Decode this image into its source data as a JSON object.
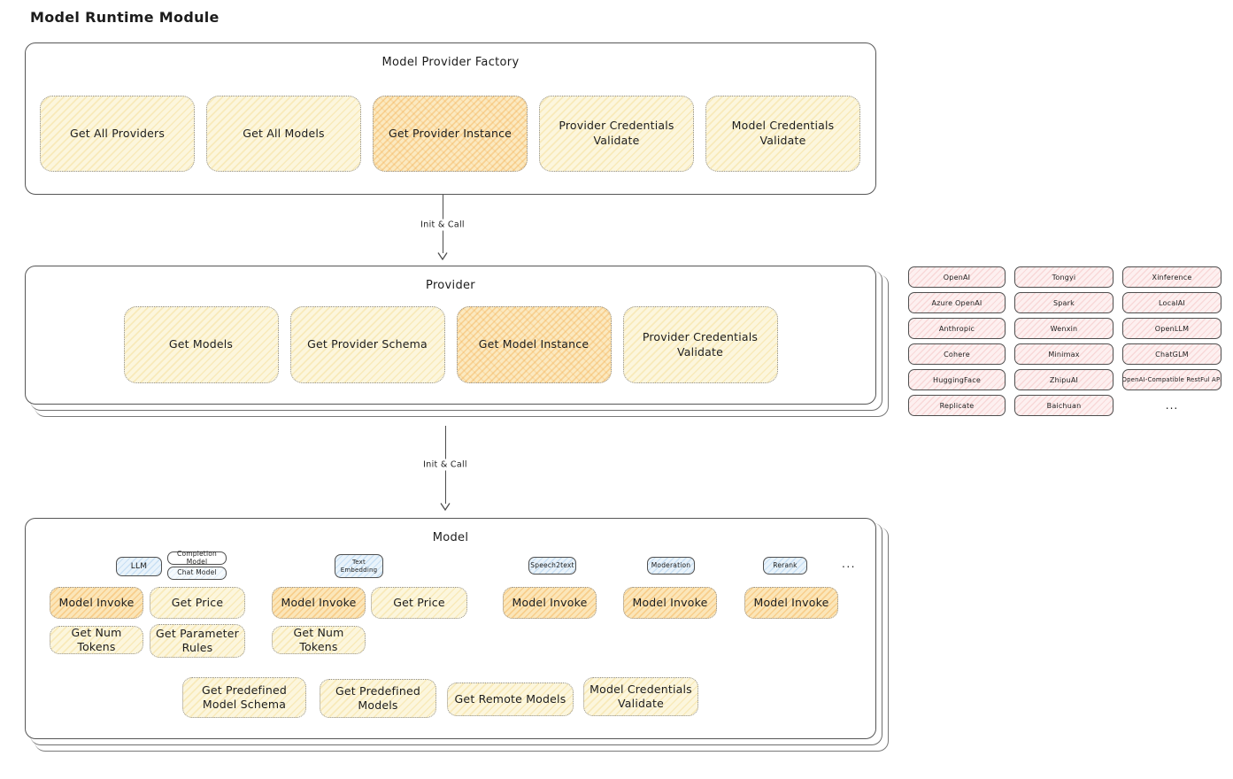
{
  "title": "Model Runtime Module",
  "connections": {
    "factory_to_provider": "Init & Call",
    "provider_to_model": "Init & Call"
  },
  "factory": {
    "title": "Model Provider Factory",
    "boxes": [
      {
        "label": "Get All Providers",
        "highlight": false
      },
      {
        "label": "Get All Models",
        "highlight": false
      },
      {
        "label": "Get Provider Instance",
        "highlight": true
      },
      {
        "label": "Provider Credentials Validate",
        "highlight": false
      },
      {
        "label": "Model Credentials Validate",
        "highlight": false
      }
    ]
  },
  "provider": {
    "title": "Provider",
    "boxes": [
      {
        "label": "Get Models",
        "highlight": false
      },
      {
        "label": "Get Provider Schema",
        "highlight": false
      },
      {
        "label": "Get Model Instance",
        "highlight": true
      },
      {
        "label": "Provider Credentials Validate",
        "highlight": false
      }
    ]
  },
  "providers": {
    "items": [
      "OpenAI",
      "Tongyi",
      "Xinference",
      "Azure OpenAI",
      "Spark",
      "LocalAI",
      "Anthropic",
      "Wenxin",
      "OpenLLM",
      "Cohere",
      "Minimax",
      "ChatGLM",
      "HuggingFace",
      "ZhipuAI",
      "OpenAI-Compatible RestFul API",
      "Replicate",
      "Baichuan",
      "..."
    ]
  },
  "model": {
    "title": "Model",
    "tags": {
      "llm": "LLM",
      "completion": "Completion Model",
      "chat": "Chat Model",
      "text_embedding": "Text Embedding",
      "speech2text": "Speech2text",
      "moderation": "Moderation",
      "rerank": "Rerank"
    },
    "ellipsis": "...",
    "operations": {
      "llm": [
        {
          "label": "Model Invoke",
          "highlight": true
        },
        {
          "label": "Get Price",
          "highlight": false
        },
        {
          "label": "Get Num Tokens",
          "highlight": false
        },
        {
          "label": "Get Parameter Rules",
          "highlight": false
        }
      ],
      "text_embedding": [
        {
          "label": "Model Invoke",
          "highlight": true
        },
        {
          "label": "Get Price",
          "highlight": false
        },
        {
          "label": "Get Num Tokens",
          "highlight": false
        }
      ],
      "speech2text": [
        {
          "label": "Model Invoke",
          "highlight": true
        }
      ],
      "moderation": [
        {
          "label": "Model Invoke",
          "highlight": true
        }
      ],
      "rerank": [
        {
          "label": "Model Invoke",
          "highlight": true
        }
      ]
    },
    "shared": [
      "Get Predefined Model Schema",
      "Get Predefined Models",
      "Get Remote Models",
      "Model Credentials Validate"
    ]
  },
  "colors": {
    "yellow_fill": "#fcf6dd",
    "orange_fill": "#fbe6b9",
    "pink_fill": "#fdf0f0",
    "blue_fill": "#e9f3fb",
    "border_dark": "#565656",
    "border_dotted": "#8f8f8f",
    "text": "#1c1c1c"
  }
}
